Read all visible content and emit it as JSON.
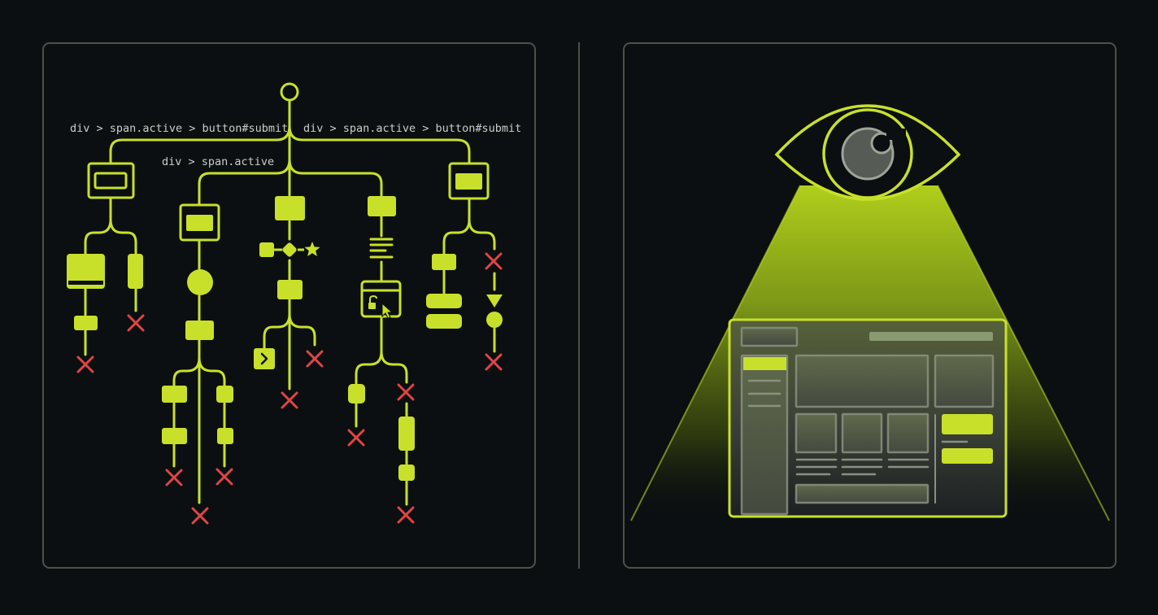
{
  "colors": {
    "background": "#0b0f11",
    "panel_border": "#4b5249",
    "accent": "#c8e02a",
    "fail": "#e04545",
    "label_text": "#c9cfc9",
    "mock_gray": "#8a9080"
  },
  "left_panel": {
    "title": "selector-tree-panel",
    "selector_labels": [
      "div > span.active > button#submit",
      "div > span.active > button#submit",
      "div > span.active"
    ],
    "root_node": "circle",
    "branches": [
      {
        "id": "branch-1",
        "top_node": "framed-rect-outline",
        "children": [
          "filled-block-with-bar",
          "pill-vertical"
        ],
        "outcomes": [
          "fail",
          "fail"
        ]
      },
      {
        "id": "branch-2",
        "top_node": "framed-rect-filled",
        "children": [
          "circle",
          "rect"
        ],
        "outcomes": [
          "fail",
          "fail",
          "fail"
        ]
      },
      {
        "id": "branch-3",
        "top_node": "rect",
        "children": [
          "square-diamond-star",
          "rect",
          "chevron-button"
        ],
        "outcomes": [
          "fail",
          "fail"
        ]
      },
      {
        "id": "branch-4",
        "top_node": "rect",
        "children": [
          "text-lines",
          "locked-window-cursor"
        ],
        "outcomes": [
          "fail",
          "fail",
          "fail"
        ]
      },
      {
        "id": "branch-5",
        "top_node": "framed-rect-filled",
        "children": [
          "rect",
          "stacked-pills",
          "triangle-circle"
        ],
        "outcomes": [
          "fail",
          "fail"
        ]
      }
    ]
  },
  "divider": {
    "orientation": "vertical"
  },
  "right_panel": {
    "title": "vision-panel",
    "eye": {
      "shape": "eye",
      "iris": "circle",
      "pupil": "gray-crescent"
    },
    "beam": "gradient-cone",
    "mock_ui": {
      "header": {
        "logo_box": true,
        "search_bar": true
      },
      "sidebar": {
        "active_item": 1,
        "items": 3
      },
      "hero_card": true,
      "side_card": true,
      "tiles": 3,
      "text_rows": 3,
      "footer_bar": true,
      "action_buttons": 2
    }
  }
}
